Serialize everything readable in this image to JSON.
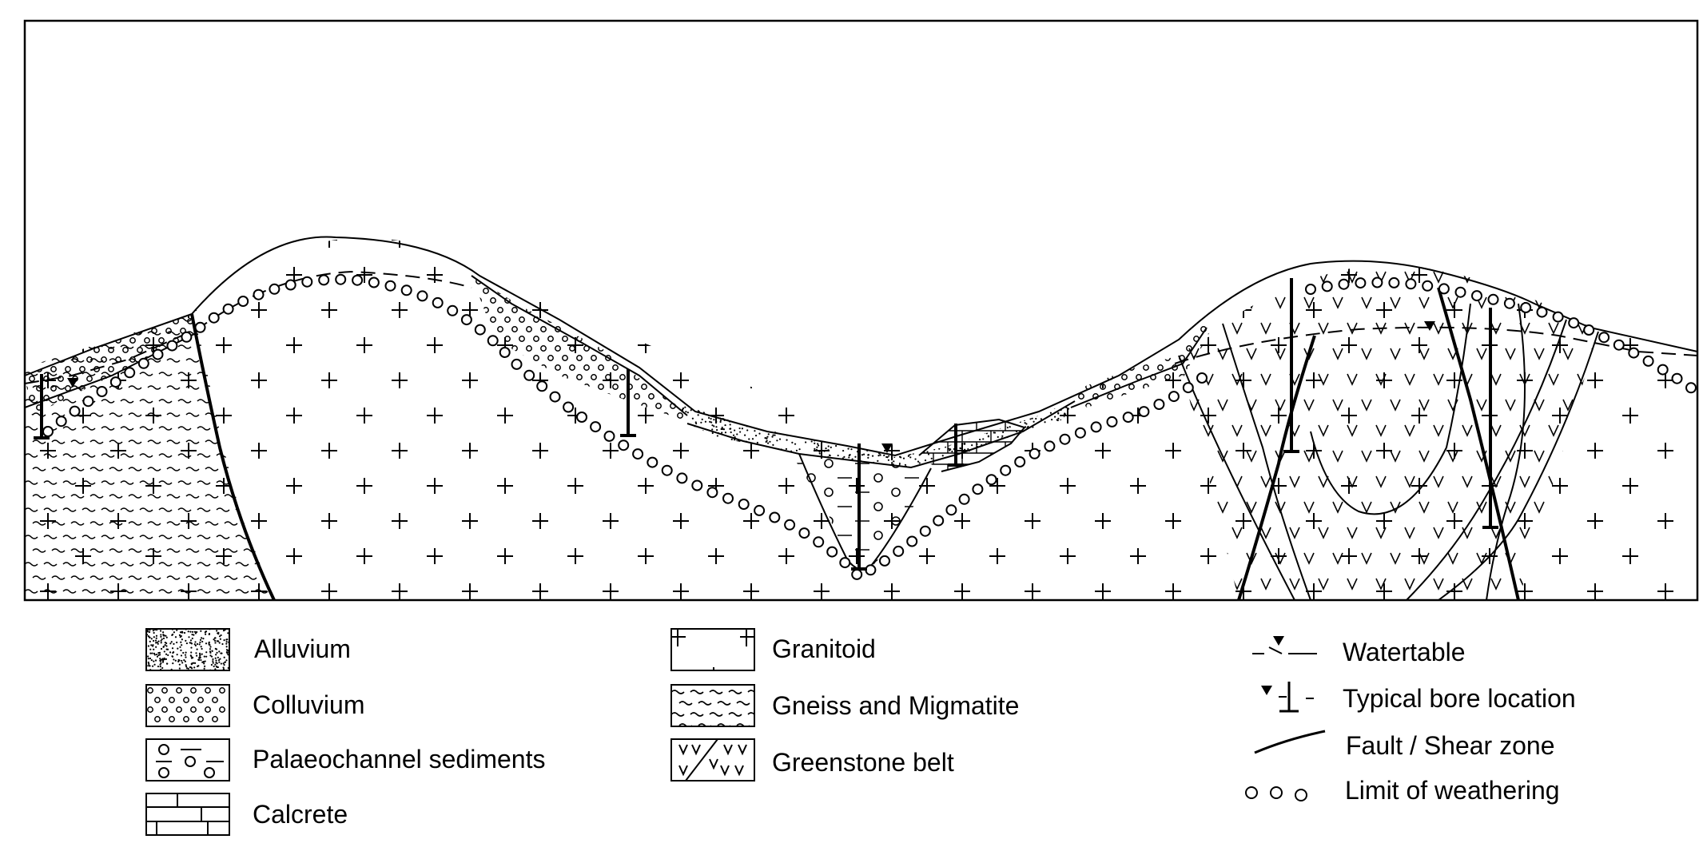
{
  "legend": {
    "alluvium": "Alluvium",
    "colluvium": "Colluvium",
    "palaeochannel": "Palaeochannel sediments",
    "calcrete": "Calcrete",
    "granitoid": "Granitoid",
    "gneiss": "Gneiss and Migmatite",
    "greenstone": "Greenstone belt",
    "watertable": "Watertable",
    "bore": "Typical bore location",
    "fault": "Fault / Shear zone",
    "weathering": "Limit of weathering"
  },
  "colors": {
    "ink": "#000000",
    "paper": "#ffffff"
  }
}
